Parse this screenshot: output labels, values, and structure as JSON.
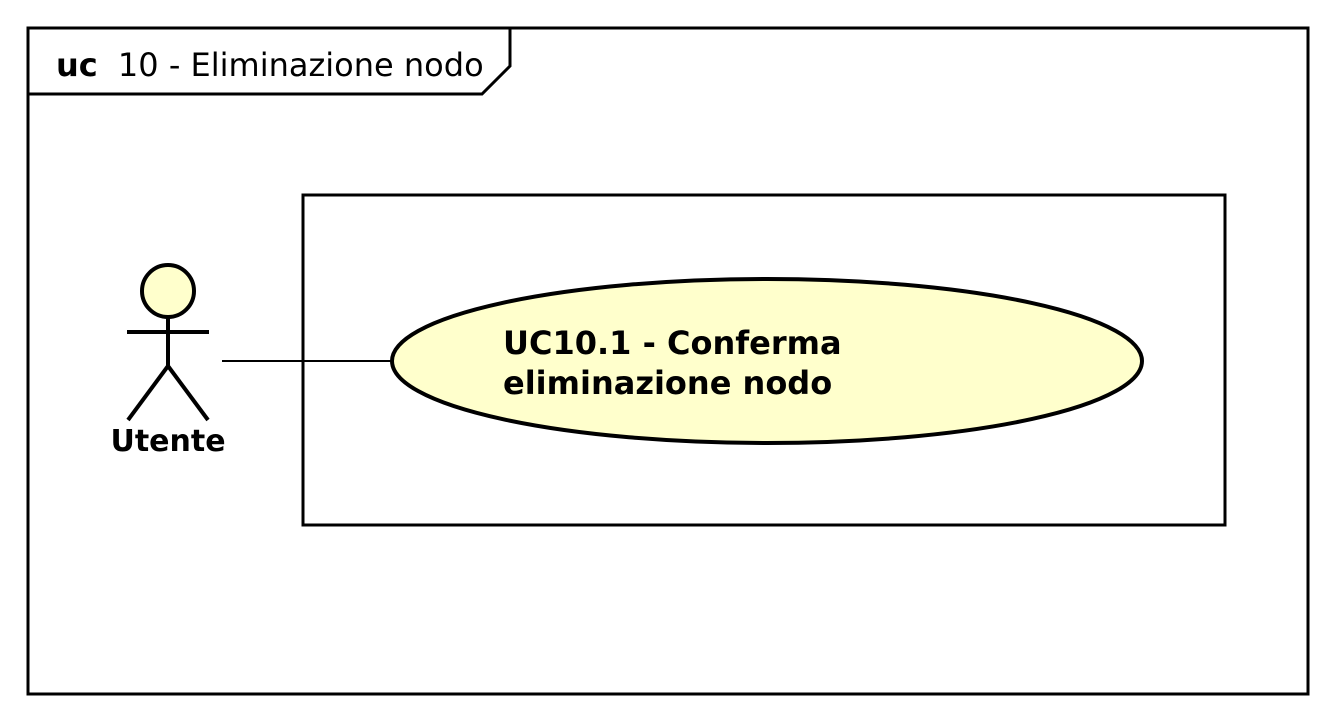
{
  "frame": {
    "keyword": "uc",
    "title": "10 - Eliminazione nodo"
  },
  "actor": {
    "name": "Utente",
    "fill": "#FFFFCC",
    "stroke": "#000000"
  },
  "use_case": {
    "line1": "UC10.1 - Conferma",
    "line2": "eliminazione nodo",
    "fill": "#FFFFCC",
    "stroke": "#000000"
  }
}
